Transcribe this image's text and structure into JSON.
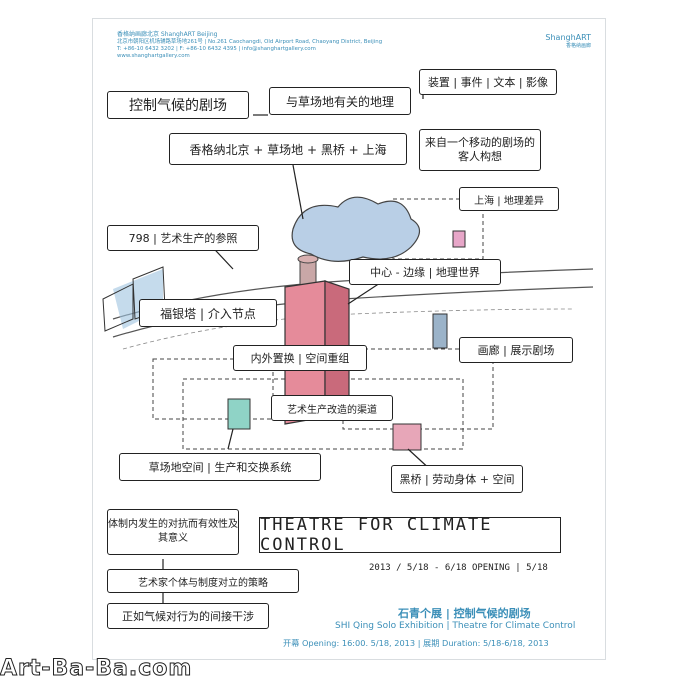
{
  "header": {
    "gallery_cn": "香格纳画廊北京 ShanghART Beijing",
    "address": "北京市朝阳区机场辅路草场地261号 | No.261 Caochangdi, Old Airport Road, Chaoyang District, Beijing",
    "contact": "T: +86-10 6432 3202 | F: +86-10 6432 4395 | info@shanghartgallery.com",
    "website": "www.shanghartgallery.com",
    "logo": "ShanghART",
    "logo_sub": "香格纳画廊"
  },
  "labels": {
    "control_theatre": "控制气候的剧场",
    "caochangdi_geo": "与草场地有关的地理",
    "installation": "装置 | 事件 | 文本 | 影像",
    "cities": "香格纳北京 + 草场地 + 黑桥 + 上海",
    "mobile_theatre": "来自一个移动的剧场的客人构想",
    "shanghai": "上海 | 地理差异",
    "art798": "798 | 艺术生产的参照",
    "center_edge": "中心 - 边缘 | 地理世界",
    "fuyin_tower": "福银塔 | 介入节点",
    "gallery_theatre": "画廊 | 展示剧场",
    "inner_outer": "内外置换 | 空间重组",
    "art_prod_path": "艺术生产改造的渠道",
    "caochangdi_space": "草场地空间 | 生产和交换系统",
    "heiqiao": "黑桥 | 劳动身体 + 空间",
    "conflict": "体制内发生的对抗而有效性及其意义",
    "artist_individual": "艺术家个体与制度对立的策略",
    "correcting": "正如气候对行为的间接干涉"
  },
  "title": "THEATRE FOR CLIMATE CONTROL",
  "dates": "2013 / 5/18 - 6/18  OPENING | 5/18",
  "footer": {
    "cn_title": "石青个展 | 控制气候的剧场",
    "en_title": "SHI Qing Solo Exhibition | Theatre for Climate Control",
    "duration": "开幕 Opening: 16:00. 5/18, 2013 | 展期 Duration: 5/18-6/18, 2013"
  },
  "watermark": "Art-Ba-Ba.com",
  "colors": {
    "accent": "#3b8fb8",
    "tower": "#e58b9a",
    "cloud": "#b9cfe6"
  }
}
